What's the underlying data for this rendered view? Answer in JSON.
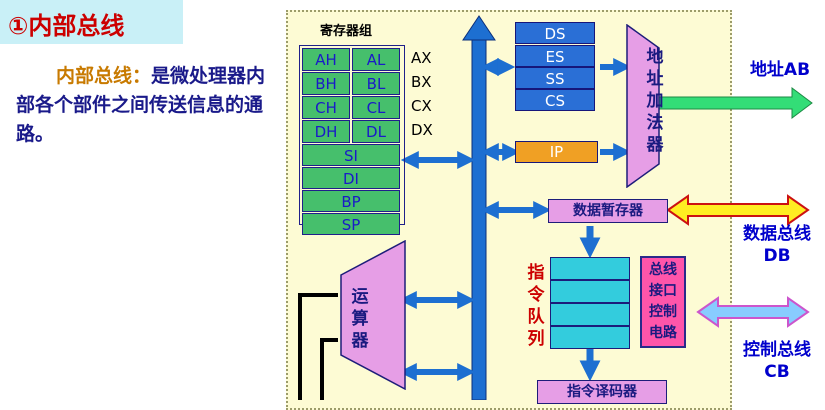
{
  "title": "①内部总线",
  "intro": {
    "term": "内部总线",
    "colon": "：",
    "desc": "是微处理器内部各个部件之间传送信息的通路。"
  },
  "diagram": {
    "register_group_label": "寄存器组",
    "gp_regs": [
      {
        "hi": "AH",
        "lo": "AL",
        "name": "AX"
      },
      {
        "hi": "BH",
        "lo": "BL",
        "name": "BX"
      },
      {
        "hi": "CH",
        "lo": "CL",
        "name": "CX"
      },
      {
        "hi": "DH",
        "lo": "DL",
        "name": "DX"
      }
    ],
    "ptr_regs": [
      "SI",
      "DI",
      "BP",
      "SP"
    ],
    "segment_regs": [
      "DS",
      "ES",
      "SS",
      "CS"
    ],
    "ip": "IP",
    "address_adder": "地址加法器",
    "alu": "运算器",
    "data_temp": "数据暂存器",
    "queue": "指令队列",
    "bus_ctrl": "总线接口控制电路",
    "decoder": "指令译码器",
    "address_bus": "地址AB",
    "data_bus": [
      "数据总线",
      "DB"
    ],
    "control_bus": [
      "控制总线",
      "CB"
    ]
  },
  "colors": {
    "bus": "#1d6fd1",
    "register": "#46bf6c",
    "segment": "#2a6fd6",
    "ip": "#f0a024",
    "adder": "#e69ee6",
    "queue": "#33ccdd",
    "ctrl": "#ff55aa",
    "ab_arrow": "#33dd77",
    "db_arrow": "#ffee22",
    "cb_arrow": "#88ccff"
  }
}
